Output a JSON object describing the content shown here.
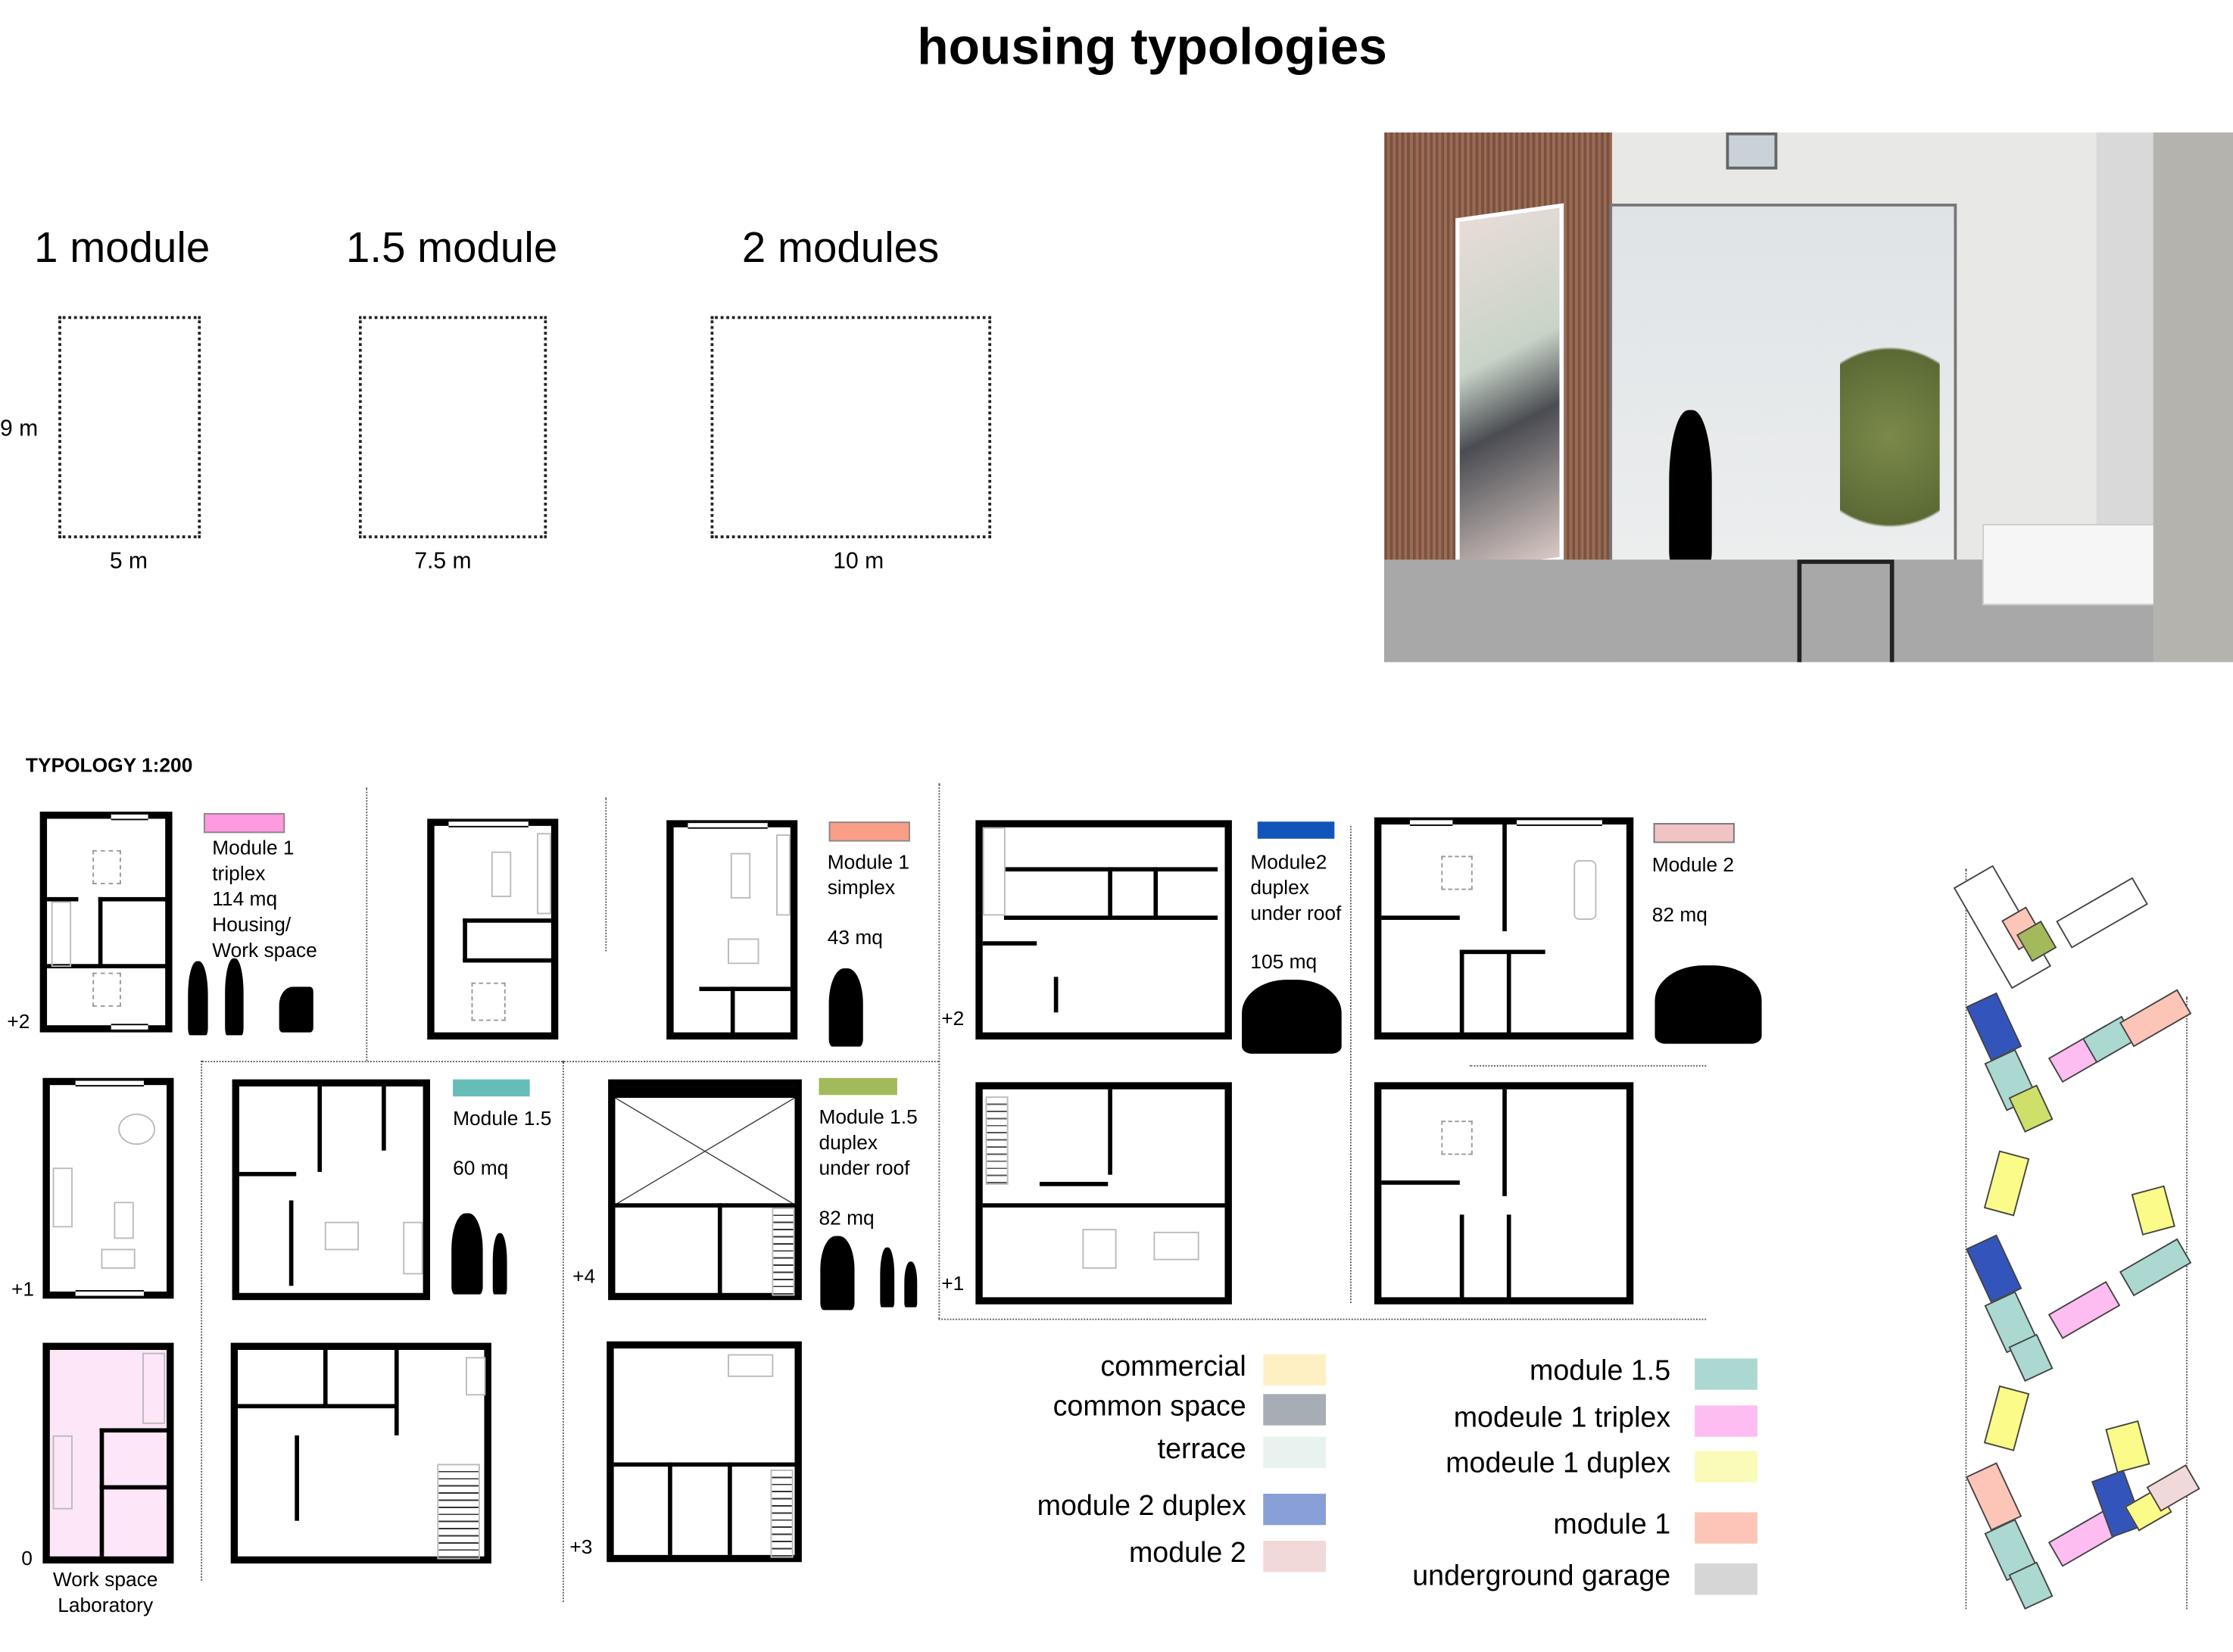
{
  "title": "housing typologies",
  "modules_header": [
    {
      "label": "1 module",
      "width": "5 m"
    },
    {
      "label": "1.5 module",
      "width": "7.5 m"
    },
    {
      "label": "2  modules",
      "width": "10 m"
    }
  ],
  "depth_label": "9 m",
  "typology_heading": "TYPOLOGY 1:200",
  "typologies": {
    "triplex": {
      "lines": [
        "Module 1",
        "triplex",
        "114 mq",
        "Housing/",
        "Work space"
      ],
      "color": "#ff99e0"
    },
    "simplex": {
      "lines": [
        "Module 1",
        "simplex"
      ],
      "area": "43 mq",
      "color": "#fa9e88"
    },
    "m2_duplex": {
      "lines": [
        "Module2",
        "duplex",
        "under roof"
      ],
      "area": "105 mq",
      "color": "#1155bb"
    },
    "m2": {
      "lines": [
        "Module 2"
      ],
      "area": "82 mq",
      "color": "#f0c4c4"
    },
    "m15": {
      "lines": [
        "Module 1.5"
      ],
      "area": "60 mq",
      "color": "#66bdb8"
    },
    "m15_duplex": {
      "lines": [
        "Module 1.5",
        "duplex",
        "under roof"
      ],
      "area": "82 mq",
      "color": "#a3ba5c"
    }
  },
  "ground_floor_label": [
    "Work space",
    "Laboratory"
  ],
  "levels": {
    "l_p2": "+2",
    "l_p1": "+1",
    "l_0": "0",
    "r_p2": "+2",
    "m_p4": "+4",
    "r_p1": "+1",
    "m_p3": "+3"
  },
  "legend_left": [
    {
      "label": "commercial",
      "color": "#fff0c4"
    },
    {
      "label": "common space",
      "color": "#a7adb5"
    },
    {
      "label": "terrace",
      "color": "#e8f3f0"
    },
    {
      "label": "module 2 duplex",
      "color": "#88a0d6"
    },
    {
      "label": "module 2",
      "color": "#f2d9d9"
    }
  ],
  "legend_right": [
    {
      "label": "module  1.5",
      "color": "#acd8d2"
    },
    {
      "label": "modeule  1 triplex",
      "color": "#fdbdf0"
    },
    {
      "label": "modeule  1 duplex",
      "color": "#fafbb8"
    },
    {
      "label": "module 1",
      "color": "#fcc5b8"
    },
    {
      "label": "underground garage",
      "color": "#d6d6d6"
    }
  ]
}
